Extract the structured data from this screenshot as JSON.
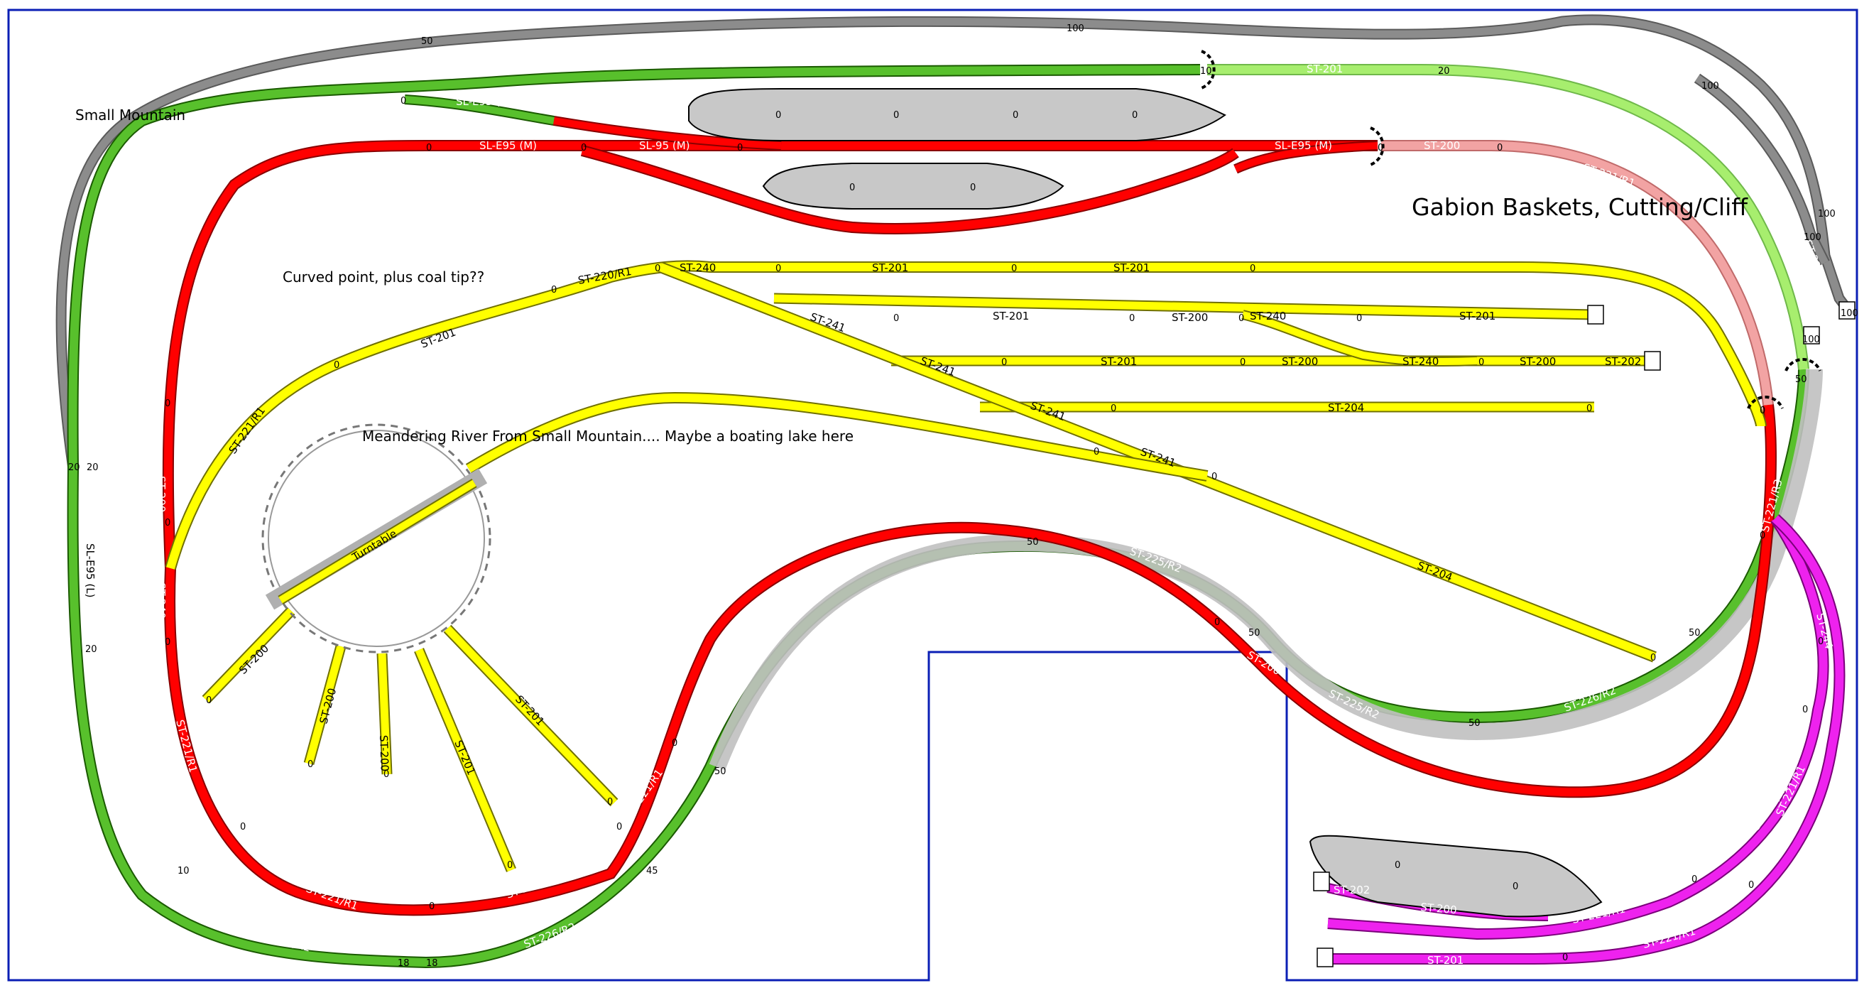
{
  "colors": {
    "grey": "#808080",
    "green": "#58c02c",
    "light_green": "#a7ee6e",
    "red": "#ff0000",
    "pink": "#f2a3a3",
    "yellow": "#ffff00",
    "magenta": "#ee22ee",
    "platform": "#c8c8c8",
    "border": "#0b1fb5"
  },
  "notes": {
    "small_mountain": "Small Mountain",
    "gabion": "Gabion Baskets, Cutting/Cliff",
    "curved_point": "Curved point, plus coal tip??",
    "river": "Meandering River From Small Mountain.... Maybe a boating lake here"
  },
  "turntable": {
    "label": "Turntable"
  },
  "labels": {
    "sle95m": "SL-E95 (M)",
    "sl95m": "SL-95 (M)",
    "sle95l": "SL-E95 (L)",
    "st200": "ST-200",
    "st201": "ST-201",
    "st202": "ST-202",
    "st204": "ST-204",
    "st220r1": "ST-220/R1",
    "st221r1": "ST-221/R1",
    "st221r3": "ST-221/R3",
    "st225r2": "ST-225/R2",
    "st226r2": "ST-226/R2",
    "st240": "ST-240",
    "st241": "ST-241",
    "st244": "ST-244"
  },
  "heights": {
    "h0": "0",
    "h10": "10",
    "h18": "18",
    "h20": "20",
    "h45": "45",
    "h50": "50",
    "h100": "100"
  }
}
